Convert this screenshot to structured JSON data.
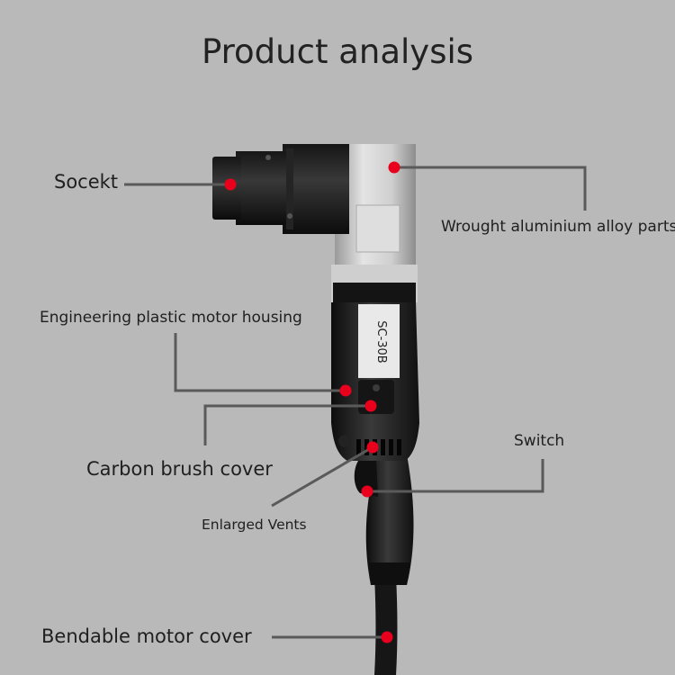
{
  "title": "Product analysis",
  "labels": {
    "socket": "Socekt",
    "aluminium": "Wrought aluminium alloy parts",
    "housing": "Engineering plastic motor housing",
    "switch": "Switch",
    "carbon_brush": "Carbon brush cover",
    "vents": "Enlarged Vents",
    "motor_cover": "Bendable motor cover"
  },
  "device_label": {
    "model": "SC-30B"
  },
  "colors": {
    "background": "#b9b9b9",
    "marker": "#e8001c",
    "leader_line": "#5a5a5a",
    "tool_body": "#1e1e1e",
    "aluminium": "#d9d9d9"
  }
}
